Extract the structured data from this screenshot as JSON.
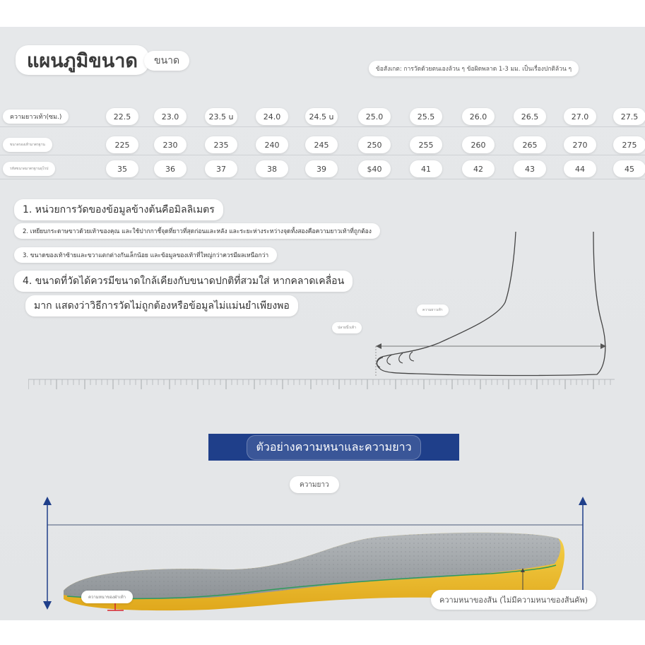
{
  "header": {
    "title": "แผนภูมิขนาด",
    "subtitle": "ขนาด",
    "note": "ข้อสังเกต: การวัดด้วยตนเองล้วน ๆ ข้อผิดพลาด 1-3 มม. เป็นเรื่องปกติล้วน ๆ"
  },
  "size_table": {
    "rows": [
      {
        "label": "ความยาวเท้า(ซม.)",
        "values": [
          "22.5",
          "23.0",
          "23.5 u",
          "24.0",
          "24.5 u",
          "25.0",
          "25.5",
          "26.0",
          "26.5",
          "27.0",
          "27.5"
        ]
      },
      {
        "label": "ขนาดรองเท้ามาตรฐาน",
        "values": [
          "225",
          "230",
          "235",
          "240",
          "245",
          "250",
          "255",
          "260",
          "265",
          "270",
          "275"
        ]
      },
      {
        "label": "รหัสขนาดมาตรฐานยุโรป",
        "values": [
          "35",
          "36",
          "37",
          "38",
          "39",
          "$40",
          "41",
          "42",
          "43",
          "44",
          "45"
        ]
      }
    ]
  },
  "instructions": [
    "1. หน่วยการวัดของข้อมูลข้างต้นคือมิลลิเมตร",
    "2. เหยียบกระดาษขาวด้วยเท้าของคุณ และใช้ปากกาชี้จุดที่ยาวที่สุดก่อนและหลัง และระยะห่างระหว่างจุดทั้งสองคือความยาวเท้าที่ถูกต้อง",
    "3. ขนาดของเท้าซ้ายและขวาแตกต่างกันเล็กน้อย และข้อมูลของเท้าที่ใหญ่กว่าควรมีผลเหนือกว่า",
    "4. ขนาดที่วัดได้ควรมีขนาดใกล้เคียงกับขนาดปกติที่สวมใส่ หากคลาดเคลื่อน",
    "มาก แสดงว่าวิธีการวัดไม่ถูกต้องหรือข้อมูลไม่แม่นยำเพียงพอ"
  ],
  "foot_diagram": {
    "length_label": "ความยาวเท้า",
    "width_label": "ปลายนิ้วเท้า"
  },
  "section_banner": "ตัวอย่างความหนาและความยาว",
  "insole_diagram": {
    "length_label": "ความยาว",
    "arch_label": "ความหนาของฝ่าเท้า",
    "heel_label": "ความหนาของส้น (ไม่มีความหนาของส้นคัพ)"
  },
  "colors": {
    "banner": "#1f3f8a",
    "arrow": "#1f3f8a",
    "insole_top": "#9da2a6",
    "insole_foam": "#f2c230",
    "marker": "#d6242b"
  }
}
